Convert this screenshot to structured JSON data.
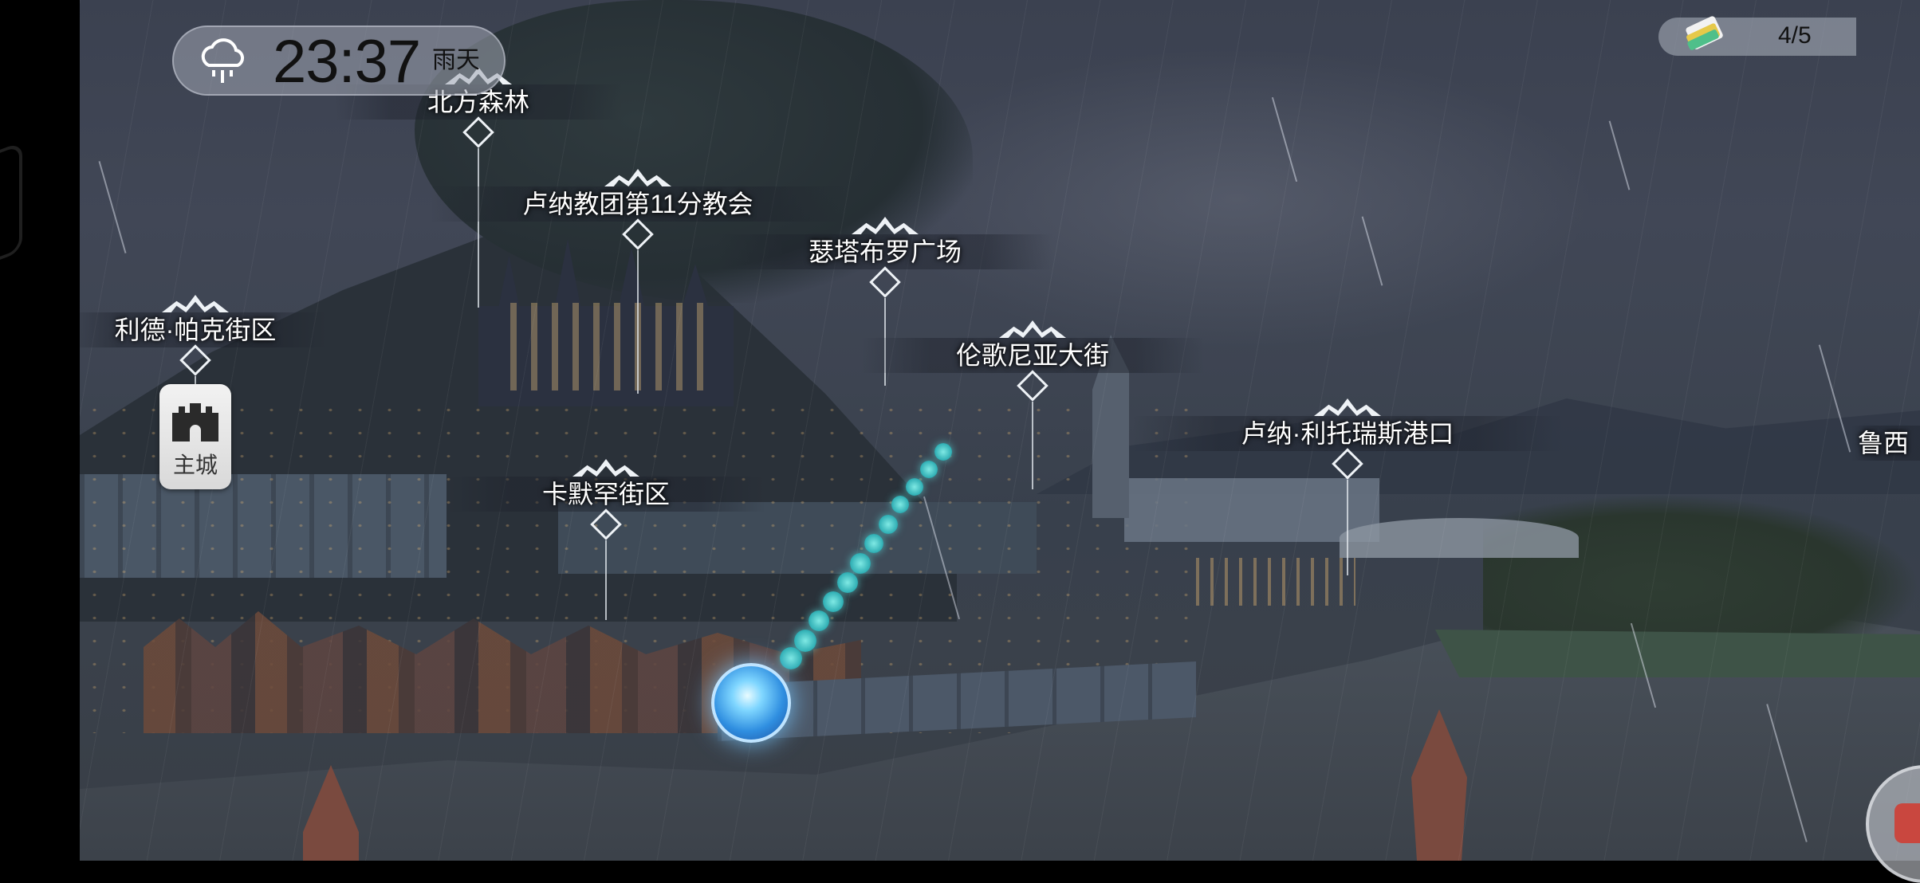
{
  "clock": {
    "time": "23:37",
    "weather": "雨天",
    "weather_icon": "rain-cloud-icon"
  },
  "main_city_button": {
    "label": "主城",
    "icon": "castle-icon"
  },
  "counter": {
    "value": "4/5",
    "icon": "stamina-ticket-icon"
  },
  "locations": [
    {
      "label": "北方森林"
    },
    {
      "label": "卢纳教团第11分教会"
    },
    {
      "label": "瑟塔布罗广场"
    },
    {
      "label": "利德·帕克街区"
    },
    {
      "label": "伦歌尼亚大街"
    },
    {
      "label": "卢纳·利托瑞斯港口"
    },
    {
      "label": "卡默罕街区"
    },
    {
      "label": "鲁西"
    }
  ],
  "colors": {
    "trail": "#3fc4c4",
    "player_orb": "#4aa9f0",
    "label_text": "#ffffff",
    "night_sky": "#3b4150"
  }
}
